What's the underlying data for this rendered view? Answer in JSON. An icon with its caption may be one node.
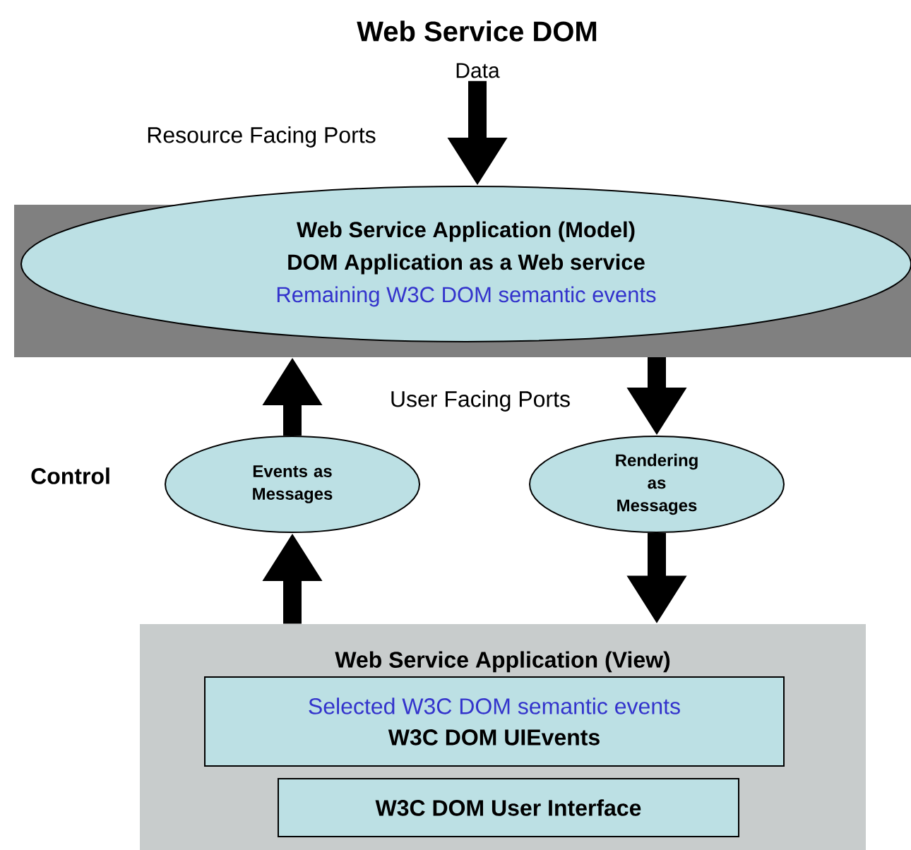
{
  "diagram": {
    "title": "Web Service DOM",
    "nodes": [
      {
        "text": [
          "Data"
        ]
      },
      {
        "text": [
          "Web Service Application (Model)",
          "DOM Application as a Web service",
          "Remaining W3C DOM semantic events"
        ]
      },
      {
        "text": [
          "Events as Messages"
        ]
      },
      {
        "text": [
          "Rendering as Messages"
        ]
      },
      {
        "text": [
          "Web Service Application (View)"
        ]
      },
      {
        "text": [
          "Selected W3C DOM semantic events",
          "W3C DOM UIEvents"
        ],
        "in": 4
      },
      {
        "text": [
          "W3C DOM User Interface"
        ],
        "in": 4
      }
    ],
    "edges": [
      {
        "from": 0,
        "to": 1,
        "arrow": "to"
      },
      {
        "from": 2,
        "to": 1,
        "arrow": "to"
      },
      {
        "from": 1,
        "to": 3,
        "arrow": "to"
      },
      {
        "from": 4,
        "to": 2,
        "arrow": "to"
      },
      {
        "from": 3,
        "to": 4,
        "arrow": "to"
      }
    ],
    "labels": [
      "Resource Facing Ports",
      "User Facing Ports",
      "Control"
    ]
  }
}
